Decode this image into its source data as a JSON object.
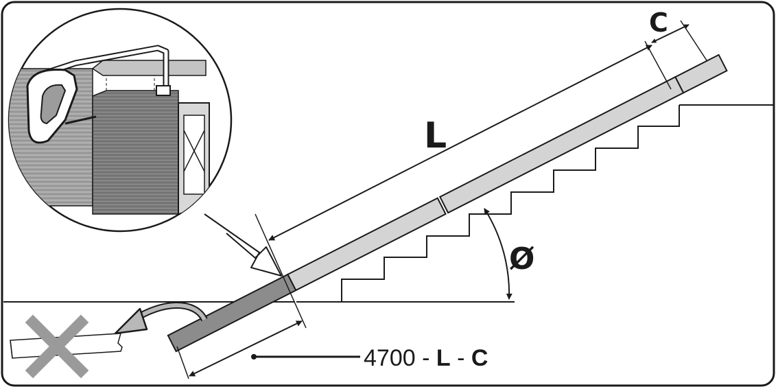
{
  "labels": {
    "length": "L",
    "cut": "C",
    "angle": "Ø",
    "formula_number": "4700",
    "formula_sep1": " - ",
    "formula_l": "L",
    "formula_sep2": " - ",
    "formula_c": "C"
  },
  "colors": {
    "rail_fill": "#d4d4d4",
    "rail_dark": "#8c8c8c",
    "outline": "#1a1a1a",
    "discard_cross": "#9a9a9a",
    "profile_dark": "#7a7a7a",
    "profile_mid": "#a8a8a8"
  },
  "icons": {
    "discard": "discard-cross-icon",
    "saw": "hacksaw-icon"
  }
}
